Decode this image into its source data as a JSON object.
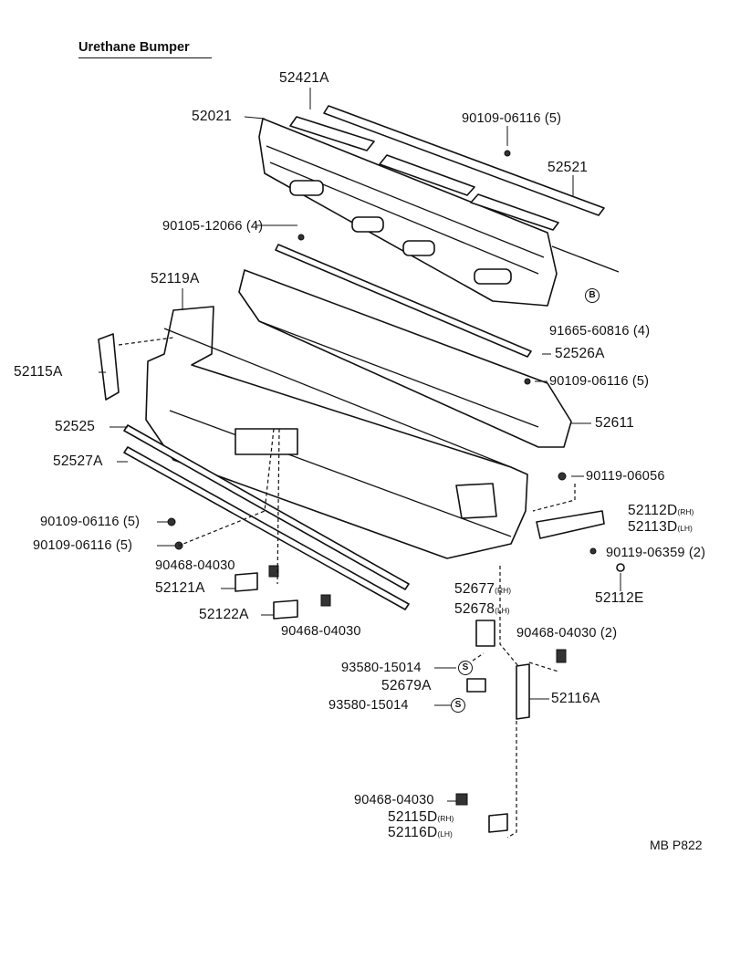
{
  "title": "Urethane Bumper",
  "diagram_code": "MB P822",
  "circle_marks": {
    "b": "B",
    "s": "S"
  },
  "labels": {
    "p52421A": "52421A",
    "p52021": "52021",
    "p90109_06116_top": "90109-06116 (5)",
    "p52521": "52521",
    "p90105_12066": "90105-12066 (4)",
    "p91665_60816": "91665-60816 (4)",
    "p52119A": "52119A",
    "p52526A": "52526A",
    "p90109_06116_mid": "90109-06116 (5)",
    "p52115A": "52115A",
    "p52611": "52611",
    "p52525": "52525",
    "p52527A": "52527A",
    "p90119_06056": "90119-06056",
    "p52112D": "52112D",
    "p52113D": "52113D",
    "p90109_06116_left1": "90109-06116 (5)",
    "p90109_06116_left2": "90109-06116 (5)",
    "p90119_06359": "90119-06359 (2)",
    "p90468_04030_a": "90468-04030",
    "p52121A": "52121A",
    "p52112E": "52112E",
    "p52677": "52677",
    "p52678": "52678",
    "p52122A": "52122A",
    "p90468_04030_b": "90468-04030",
    "p90468_04030_c": "90468-04030 (2)",
    "p93580_15014_a": "93580-15014",
    "p52679A": "52679A",
    "p93580_15014_b": "93580-15014",
    "p52116A": "52116A",
    "p90468_04030_d": "90468-04030",
    "p52115D": "52115D",
    "p52116D": "52116D"
  },
  "suffixes": {
    "rh": "(RH)",
    "lh": "(LH)"
  }
}
